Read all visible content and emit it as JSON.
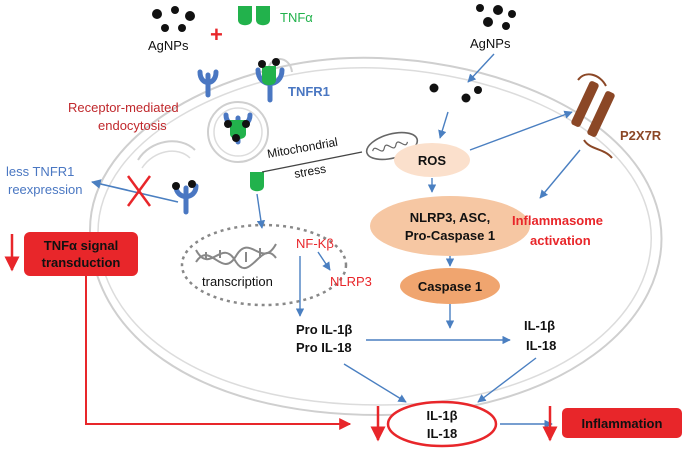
{
  "labels": {
    "agnps_left": "AgNPs",
    "plus": "+",
    "tnfa": "TNFα",
    "agnps_top": "AgNPs",
    "tnfr1": "TNFR1",
    "receptor_line1": "Receptor-mediated",
    "receptor_line2": "endocytosis",
    "less_tnfr1_line1": "less TNFR1",
    "less_tnfr1_line2": "reexpression",
    "mito_line1": "Mitochondrial",
    "mito_line2": "stress",
    "ros": "ROS",
    "p2x7r": "P2X7R",
    "inflammasome_line1": "NLRP3, ASC,",
    "inflammasome_line2": "Pro-Caspase 1",
    "inflammasome_activation_line1": "Inflammasome",
    "inflammasome_activation_line2": "activation",
    "caspase1": "Caspase 1",
    "tnfa_signal_line1": "TNFα signal",
    "tnfa_signal_line2": "transduction",
    "nfkb": "NF-Kβ",
    "nlrp3": "NLRP3",
    "transcription": "transcription",
    "pro_il1b": "Pro IL-1β",
    "pro_il18": "Pro IL-18",
    "il1b_mid": "IL-1β",
    "il18_mid": "IL-18",
    "il1b_bottom": "IL-1β",
    "il18_bottom": "IL-18",
    "inflammation": "Inflammation"
  },
  "colors": {
    "blue_arrow": "#4a7fc1",
    "red": "#e8262a",
    "green": "#22b24c",
    "orange_light": "#fbe0cc",
    "orange_mid": "#f6c7a3",
    "orange_dark": "#f0a56f",
    "brown": "#8b4726",
    "receptor_blue": "#4a77c2",
    "cell_outline": "#c8c8c8"
  }
}
